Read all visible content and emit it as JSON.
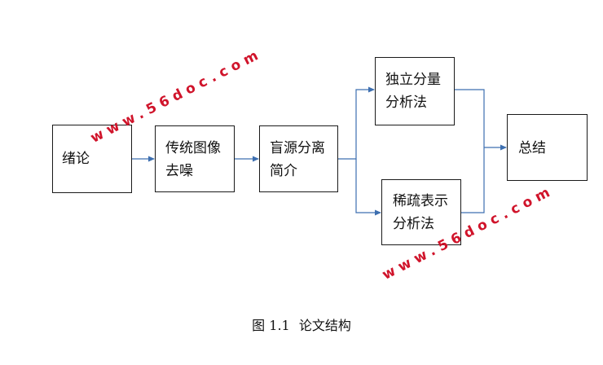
{
  "diagram": {
    "nodes": {
      "intro": {
        "lines": [
          "绪论"
        ]
      },
      "denoise": {
        "lines": [
          "传统图像",
          "去噪"
        ]
      },
      "bss": {
        "lines": [
          "盲源分离",
          "简介"
        ]
      },
      "ica": {
        "lines": [
          "独立分量",
          "分析法"
        ]
      },
      "sparse": {
        "lines": [
          "稀疏表示",
          "分析法"
        ]
      },
      "summary": {
        "lines": [
          "总结"
        ]
      }
    },
    "edges": [
      {
        "from": "绪论",
        "to": "传统图像去噪"
      },
      {
        "from": "传统图像去噪",
        "to": "盲源分离简介"
      },
      {
        "from": "盲源分离简介",
        "to": "独立分量分析法"
      },
      {
        "from": "盲源分离简介",
        "to": "稀疏表示分析法"
      },
      {
        "from": "独立分量分析法",
        "to": "总结"
      },
      {
        "from": "稀疏表示分析法",
        "to": "总结"
      }
    ],
    "line_color": "#3d6fb0"
  },
  "caption": {
    "label": "图 1.1",
    "title": "论文结构"
  },
  "watermark": {
    "text": "www.56doc.com",
    "color": "#d0142b"
  }
}
